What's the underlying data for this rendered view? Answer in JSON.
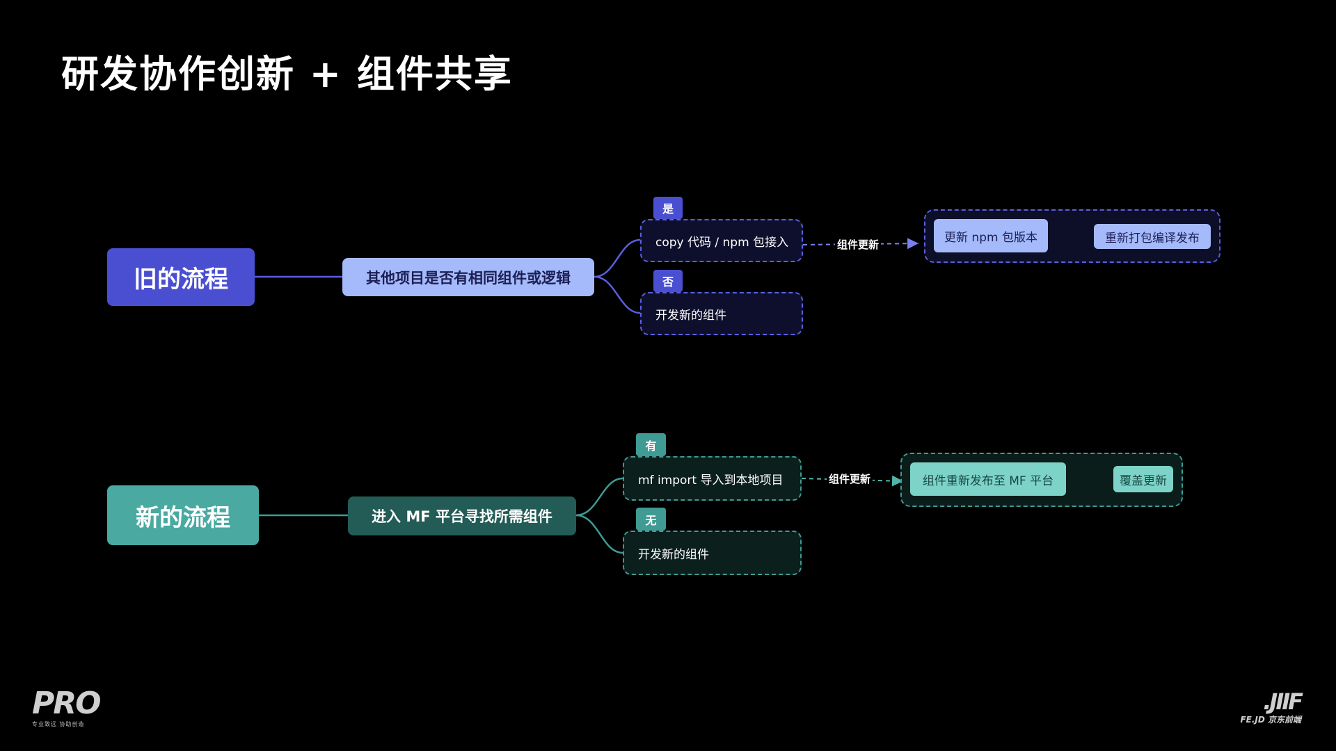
{
  "title": "研发协作创新 + 组件共享",
  "colors": {
    "blue_primary": "#4a4fd2",
    "blue_light": "#a5bafb",
    "teal_primary": "#4aa9a1",
    "teal_dark": "#235c56",
    "teal_light": "#7dd3c8",
    "background": "#000000"
  },
  "old_flow": {
    "root": "旧的流程",
    "question": "其他项目是否有相同组件或逻辑",
    "yes_tag": "是",
    "yes_action": "copy 代码 / npm 包接入",
    "no_tag": "否",
    "no_action": "开发新的组件",
    "edge_label": "组件更新",
    "update_step_1": "更新 npm 包版本",
    "update_step_2": "重新打包编译发布"
  },
  "new_flow": {
    "root": "新的流程",
    "question": "进入 MF 平台寻找所需组件",
    "yes_tag": "有",
    "yes_action": "mf import 导入到本地项目",
    "no_tag": "无",
    "no_action": "开发新的组件",
    "edge_label": "组件更新",
    "update_step_1": "组件重新发布至 MF 平台",
    "update_step_2": "覆盖更新"
  },
  "logos": {
    "left_big": "PRO",
    "left_small": "专业致远  协助创造",
    "right_big": ".JIIF",
    "right_small": "FE.JD 京东前端"
  }
}
